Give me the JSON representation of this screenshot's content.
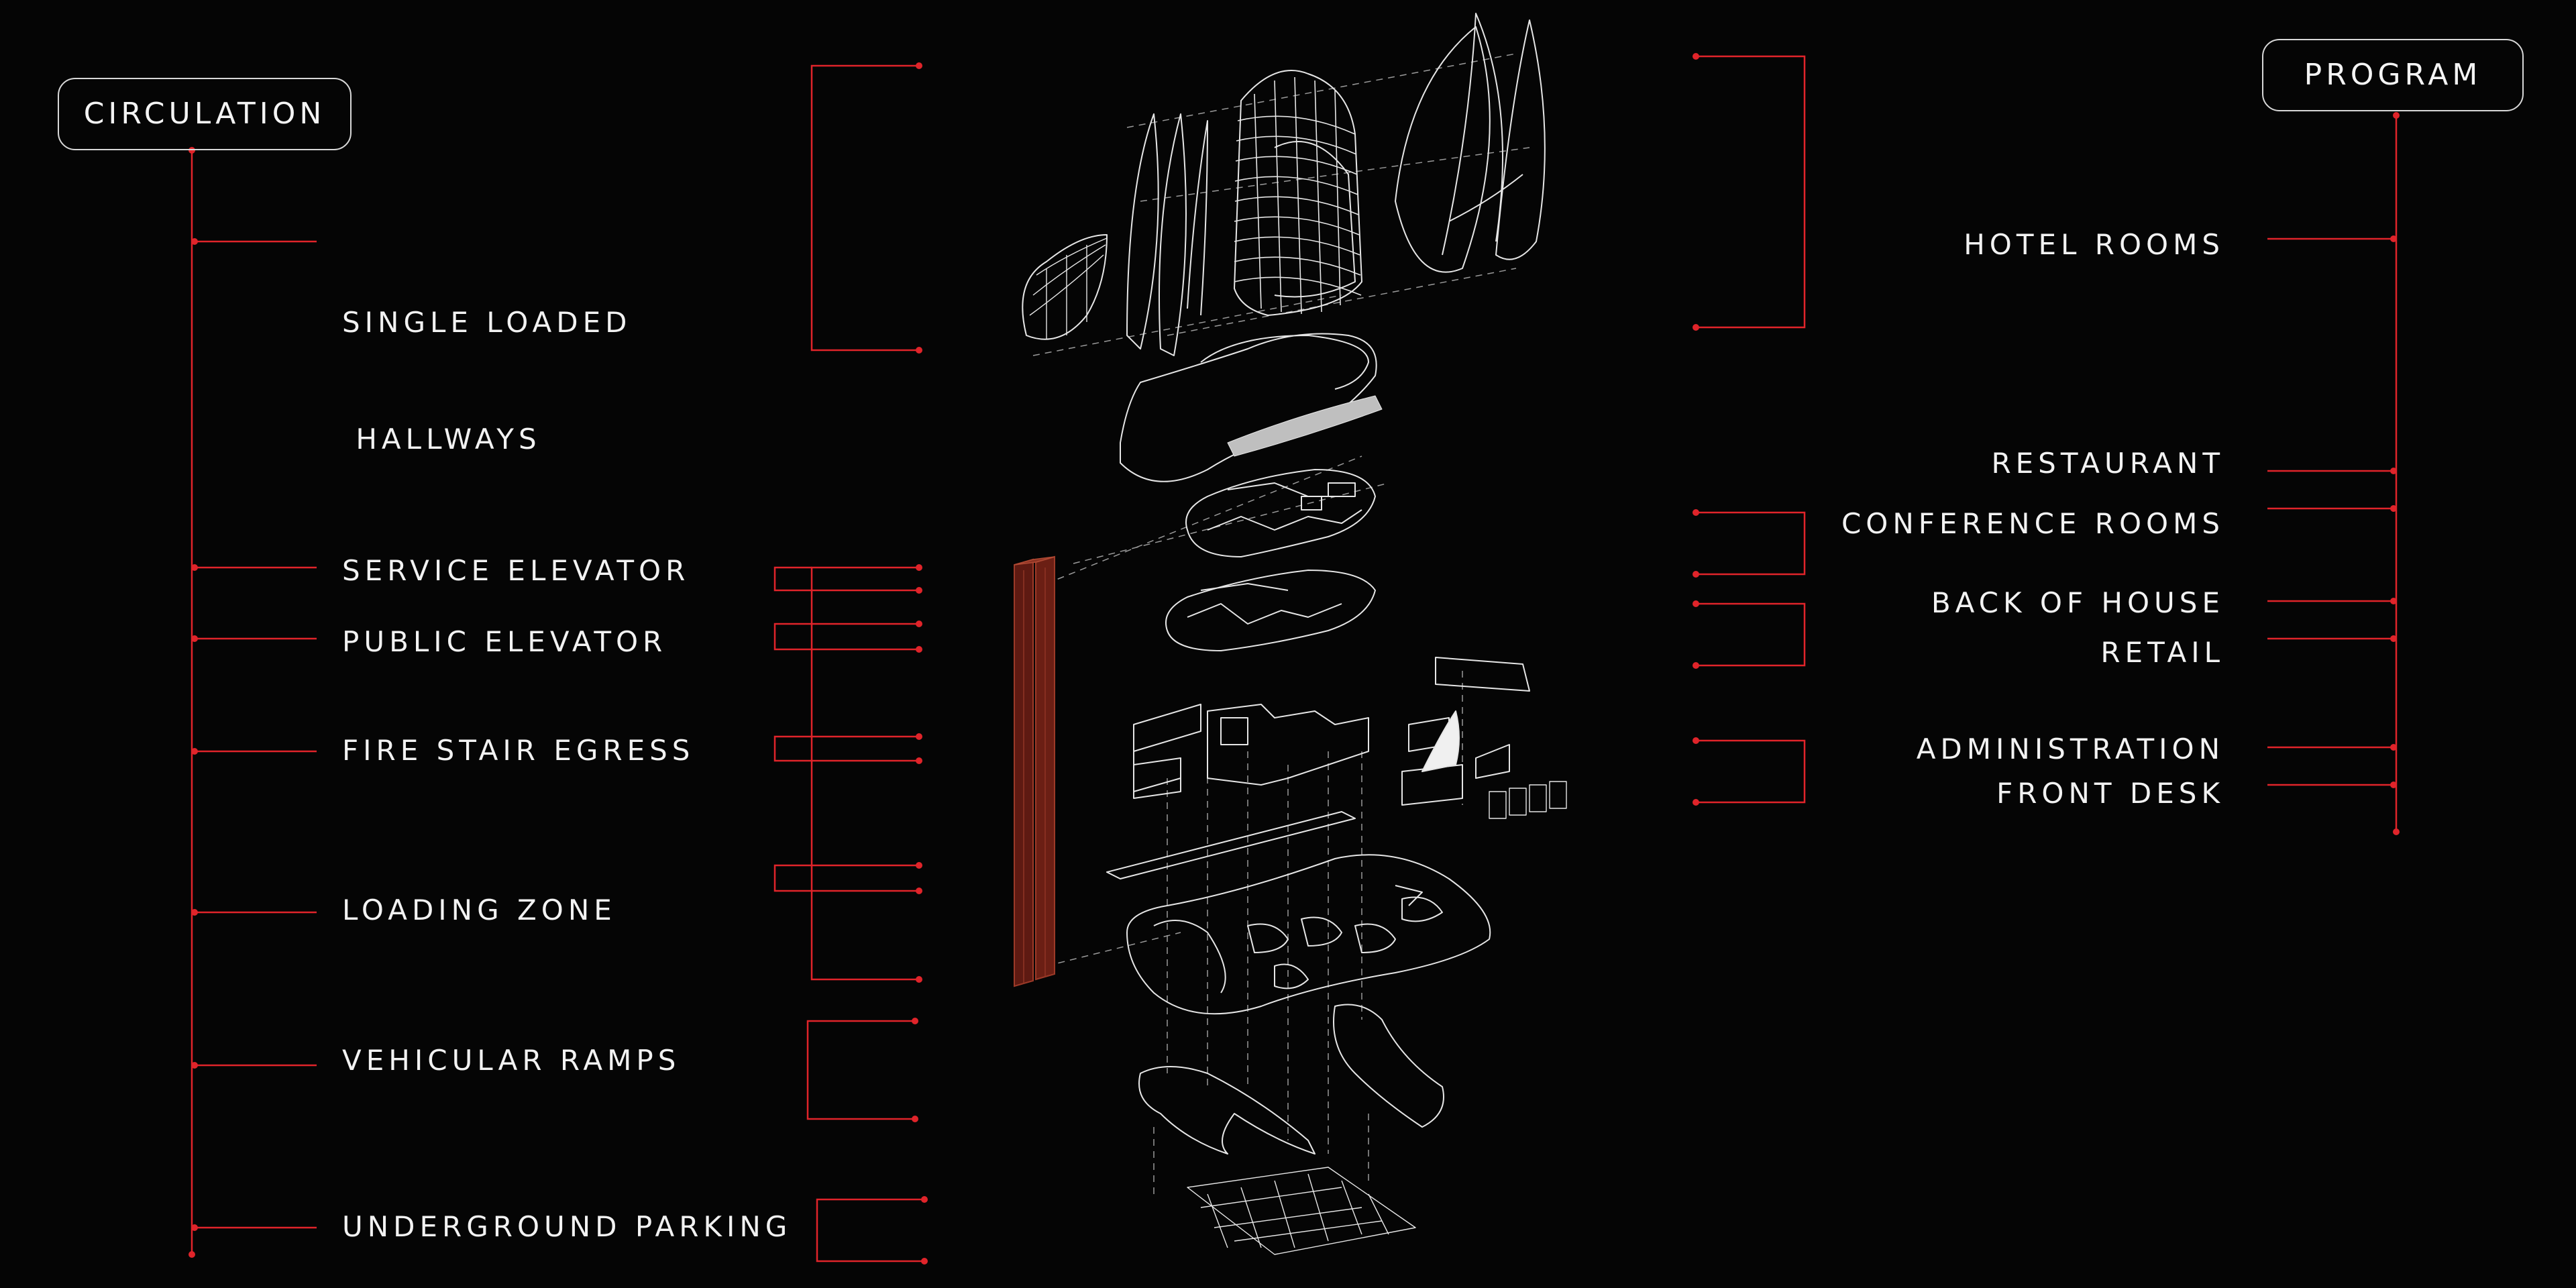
{
  "circulation": {
    "header": "CIRCULATION",
    "items": [
      {
        "id": "single-loaded-hallways",
        "line1": "SINGLE LOADED",
        "line2": " HALLWAYS"
      },
      {
        "id": "service-elevator",
        "line1": "SERVICE ELEVATOR"
      },
      {
        "id": "public-elevator",
        "line1": "PUBLIC ELEVATOR"
      },
      {
        "id": "fire-stair-egress",
        "line1": "FIRE STAIR EGRESS"
      },
      {
        "id": "loading-zone",
        "line1": "LOADING ZONE"
      },
      {
        "id": "vehicular-ramps",
        "line1": "VEHICULAR RAMPS"
      },
      {
        "id": "underground-parking",
        "line1": "UNDERGROUND PARKING"
      }
    ]
  },
  "program": {
    "header": "PROGRAM",
    "items": [
      {
        "id": "hotel-rooms",
        "label": "HOTEL ROOMS"
      },
      {
        "id": "restaurant",
        "label": "RESTAURANT"
      },
      {
        "id": "conference-rooms",
        "label": "CONFERENCE ROOMS"
      },
      {
        "id": "back-of-house",
        "label": "BACK OF HOUSE"
      },
      {
        "id": "retail",
        "label": "RETAIL"
      },
      {
        "id": "administration",
        "label": "ADMINISTRATION"
      },
      {
        "id": "front-desk",
        "label": "FRONT DESK"
      }
    ]
  },
  "colors": {
    "background": "#050505",
    "accent": "#e0242a",
    "linework": "#e8e8e8",
    "core": "#6b1f14"
  }
}
